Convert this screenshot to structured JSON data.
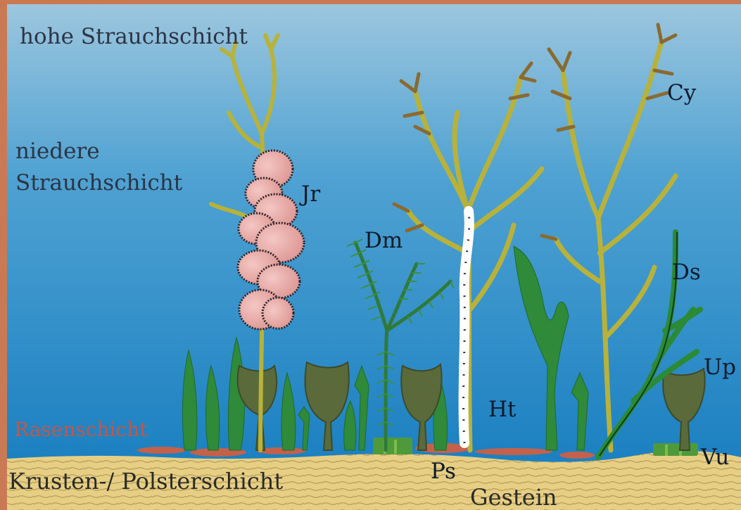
{
  "layers": {
    "hohe": "hohe Strauchschicht",
    "niedere_1": "niedere",
    "niedere_2": "Strauchschicht",
    "rasen": "Rasenschicht",
    "krusten": "Krusten-/ Polsterschicht",
    "gestein": "Gestein"
  },
  "species": {
    "cy": "Cy",
    "jr": "Jr",
    "dm": "Dm",
    "ds": "Ds",
    "up": "Up",
    "ht": "Ht",
    "ps": "Ps",
    "vu": "Vu"
  },
  "colors": {
    "water_top": "#8ec0de",
    "water_bottom": "#1c7fbd",
    "seabed": "#e6cf84",
    "frame": "#c97a55",
    "algae_yellow": "#b8b23a",
    "algae_brown": "#8a6a30",
    "algae_green": "#2f8a3a",
    "pink_alga": "#e7a9a6",
    "crust_red": "#c4614a"
  }
}
